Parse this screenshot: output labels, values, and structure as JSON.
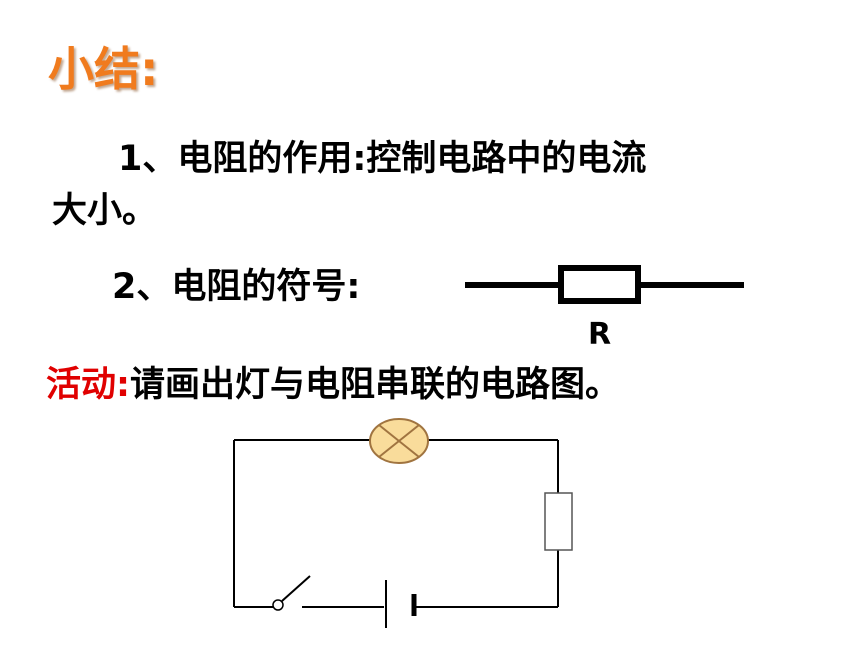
{
  "slide": {
    "title": "小结:",
    "point1_line1": "1、电阻的作用:控制电路中的电流",
    "point1_line2": "大小。",
    "point2": "2、电阻的符号:",
    "resistor_label": "R",
    "activity_label": "活动:",
    "activity_text": "请画出灯与电阻串联的电路图。"
  },
  "colors": {
    "title": "#f07b1e",
    "activity_label": "#e00000",
    "lamp_fill": "#f9dc9b",
    "lamp_stroke": "#a07440"
  },
  "circuit": {
    "components": [
      "lamp",
      "resistor",
      "battery",
      "switch"
    ]
  }
}
